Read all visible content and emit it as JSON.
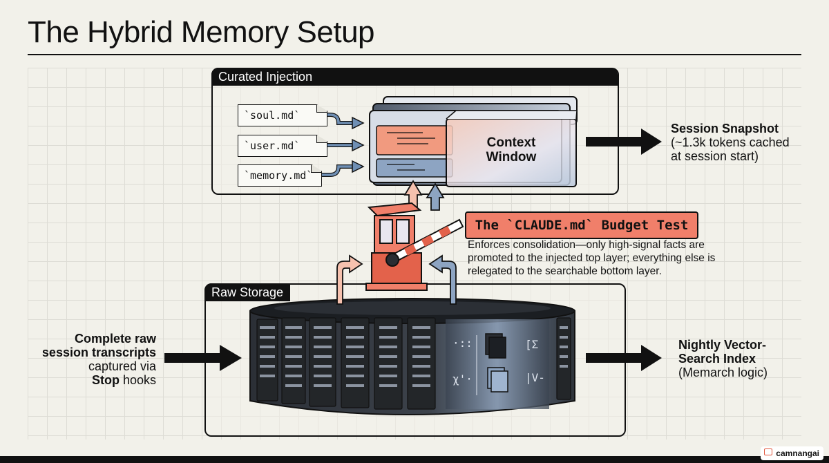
{
  "title": "The Hybrid Memory Setup",
  "top_panel": {
    "header": "Curated Injection",
    "files": [
      "`soul.md`",
      "`user.md`",
      "`memory.md`"
    ],
    "context_window": {
      "line1": "Context",
      "line2": "Window"
    }
  },
  "session_snapshot": {
    "title": "Session Snapshot",
    "line2": "(~1.3k tokens cached",
    "line3": "at session start)"
  },
  "budget_test": {
    "label": "The `CLAUDE.md` Budget Test",
    "desc1": "Enforces consolidation—only high-signal facts are",
    "desc2": "promoted to the injected top layer; everything else is",
    "desc3": "relegated to the searchable bottom layer."
  },
  "bottom_panel": {
    "header": "Raw Storage"
  },
  "left_input": {
    "line1": "Complete raw",
    "line2": "session transcripts",
    "line3": "captured via",
    "line4_bold": "Stop",
    "line4_rest": " hooks"
  },
  "vector_index": {
    "line1": "Nightly Vector-",
    "line2": "Search Index",
    "line3": "(Memarch logic)"
  },
  "brand": "camnangai",
  "icons": [
    "arrow-right-icon",
    "arrow-up-icon",
    "gate-booth-icon",
    "server-rack-icon",
    "document-stack-icon"
  ],
  "colors": {
    "accent": "#f07f6a",
    "blue": "#6f8fb4",
    "dark": "#111111",
    "background": "#f2f1ea"
  }
}
